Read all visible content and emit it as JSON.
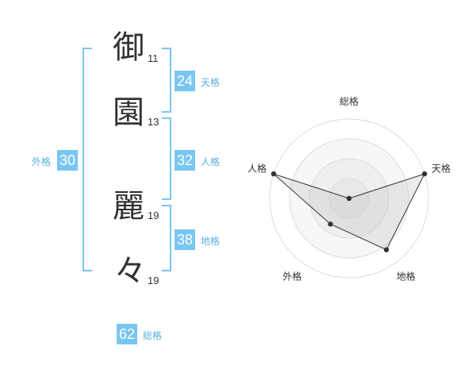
{
  "name": {
    "chars": [
      "御",
      "園",
      "麗",
      "々"
    ],
    "strokes": [
      "11",
      "13",
      "19",
      "19"
    ]
  },
  "scores": {
    "tenkaku": {
      "value": "24",
      "label": "天格"
    },
    "jinkaku": {
      "value": "32",
      "label": "人格"
    },
    "chikaku": {
      "value": "38",
      "label": "地格"
    },
    "gaikaku": {
      "value": "30",
      "label": "外格"
    },
    "soukaku": {
      "value": "62",
      "label": "総格"
    }
  },
  "colors": {
    "accent": "#7ac6f2",
    "text": "#333333"
  },
  "chart_data": {
    "type": "radar",
    "axes": [
      "総格",
      "天格",
      "地格",
      "外格",
      "人格"
    ],
    "values": [
      0.0,
      1.0,
      0.8,
      0.4,
      1.0
    ],
    "range": [
      0,
      1
    ],
    "rings": 4
  }
}
